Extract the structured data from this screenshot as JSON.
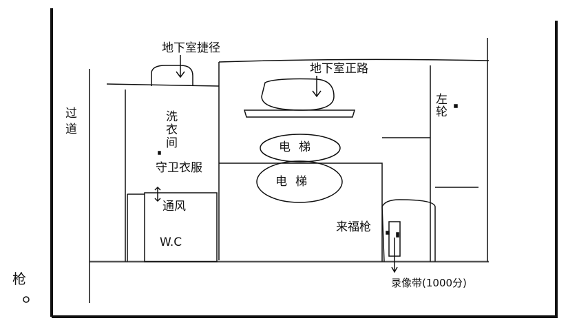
{
  "labels": {
    "basement_shortcut": "地下室捷径",
    "basement_main_route": "地下室正路",
    "corridor": "过道",
    "laundry_room": "洗衣间",
    "guard_uniform": "守卫衣服",
    "ventilation": "通风",
    "wc": "W.C",
    "elevator_upper": "电梯",
    "elevator_lower": "电梯",
    "revolver": "左轮",
    "rifle": "来福枪",
    "videotape": "录像带(1000分)",
    "gun": "枪"
  }
}
